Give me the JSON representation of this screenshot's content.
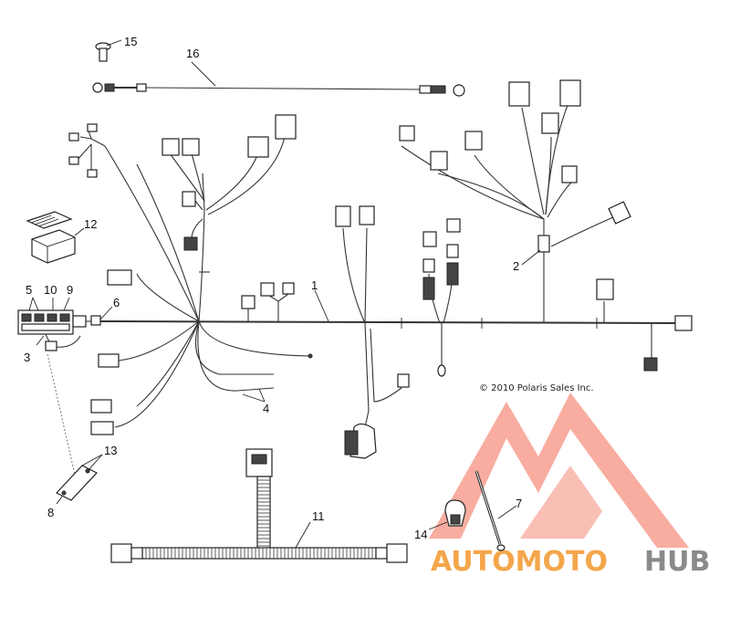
{
  "copyright": "© 2010 Polaris Sales Inc.",
  "watermark": {
    "part1": "AUTOMOTO",
    "part2": "HUB",
    "color_primary": "#f47f6b",
    "color_accent": "#f4a64a",
    "color_dark": "#8a8a8a"
  },
  "callouts": {
    "c1": "1",
    "c2": "2",
    "c3": "3",
    "c4": "4",
    "c5": "5",
    "c6": "6",
    "c7": "7",
    "c8": "8",
    "c9": "9",
    "c10": "10",
    "c11": "11",
    "c12": "12",
    "c13": "13",
    "c14": "14",
    "c15": "15",
    "c16": "16"
  }
}
